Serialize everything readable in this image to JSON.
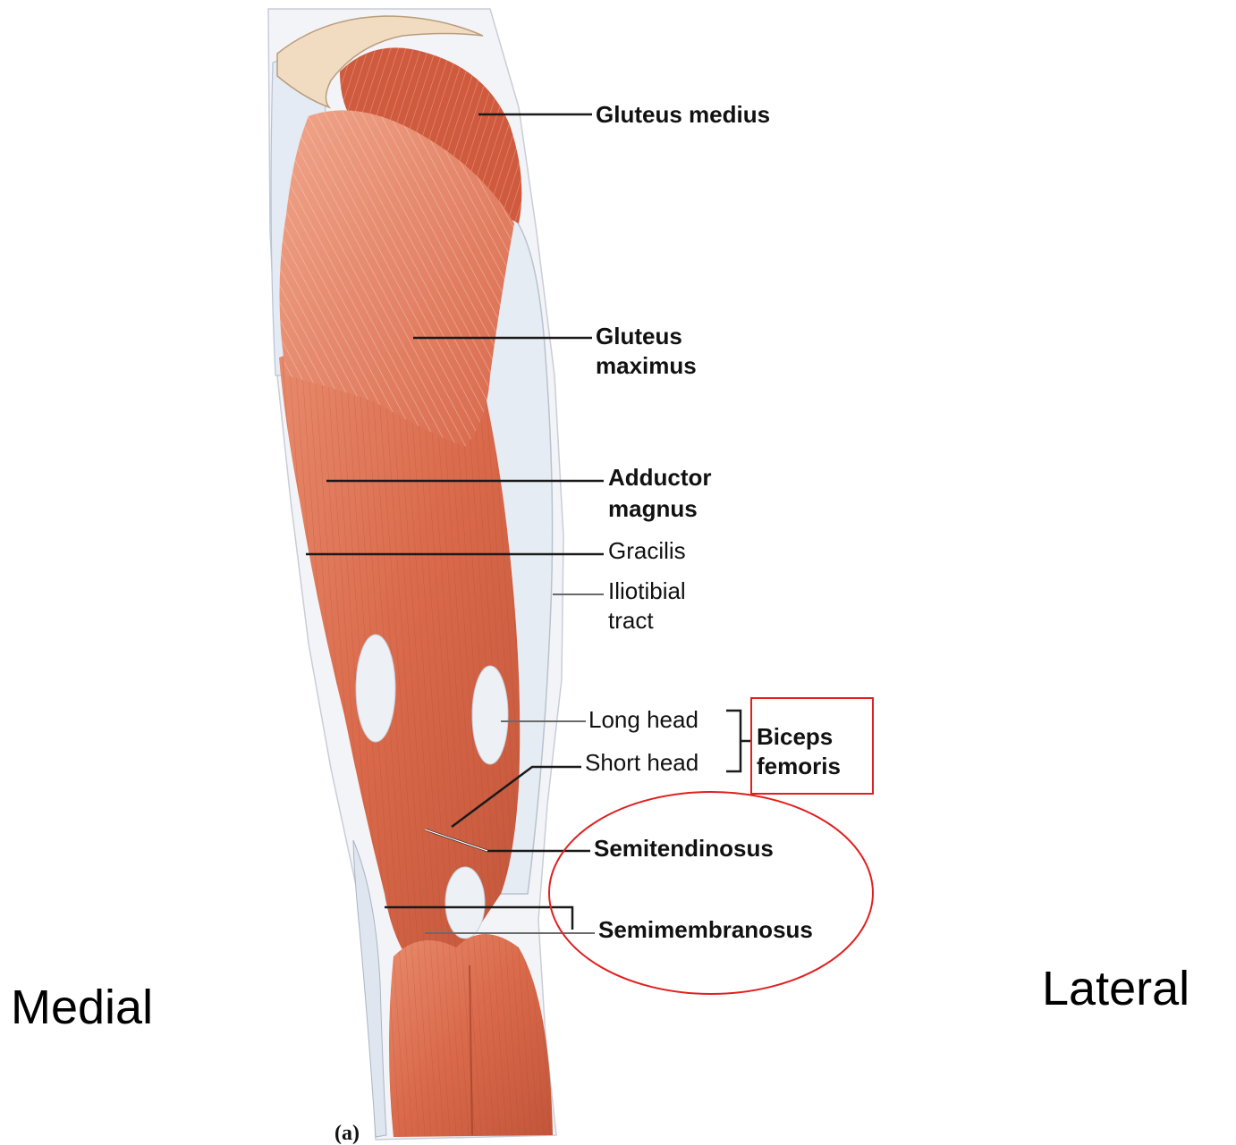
{
  "labels": {
    "gluteus_medius": "Gluteus medius",
    "gluteus_maximus_line1": "Gluteus",
    "gluteus_maximus_line2": "maximus",
    "adductor_magnus_line1": "Adductor",
    "adductor_magnus_line2": "magnus",
    "gracilis": "Gracilis",
    "iliotibial_line1": "Iliotibial",
    "iliotibial_line2": "tract",
    "long_head": "Long head",
    "short_head": "Short head",
    "biceps_line1": "Biceps",
    "biceps_line2": "femoris",
    "semitendinosus": "Semitendinosus",
    "semimembranosus": "Semimembranosus",
    "panel": "(a)"
  },
  "orientation": {
    "left": "Medial",
    "right": "Lateral"
  },
  "colors": {
    "muscle": "#d9694a",
    "muscle_dark": "#b94a30",
    "fascia": "#e8edf3",
    "highlight": "#e02020"
  },
  "highlights": [
    "Biceps femoris",
    "Semitendinosus",
    "Semimembranosus"
  ]
}
